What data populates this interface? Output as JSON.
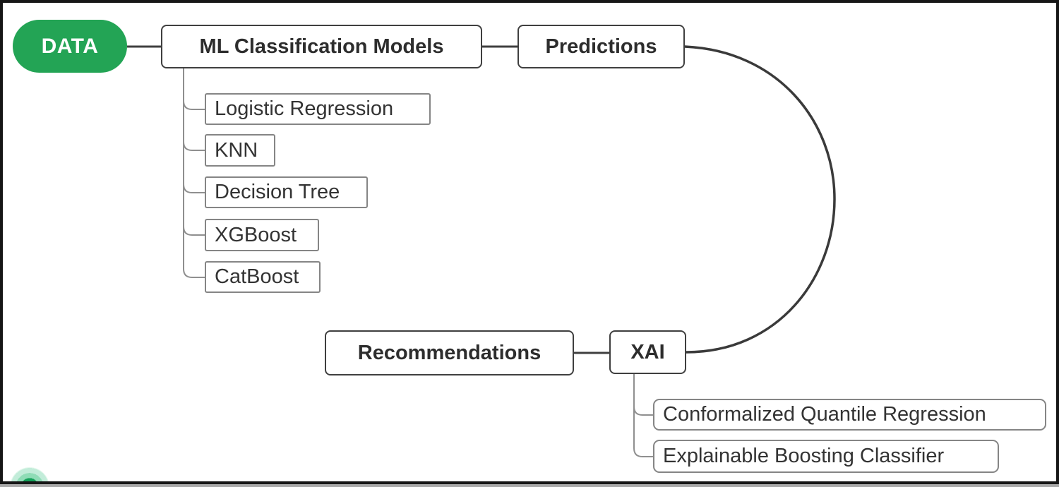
{
  "diagram": {
    "data_node": {
      "label": "DATA",
      "fill": "#23a455",
      "text_color": "#ffffff"
    },
    "ml_node": {
      "label": "ML Classification Models"
    },
    "predictions_node": {
      "label": "Predictions"
    },
    "recommendations_node": {
      "label": "Recommendations"
    },
    "xai_node": {
      "label": "XAI"
    },
    "ml_children": [
      {
        "label": "Logistic Regression"
      },
      {
        "label": "KNN"
      },
      {
        "label": "Decision Tree"
      },
      {
        "label": "XGBoost"
      },
      {
        "label": "CatBoost"
      }
    ],
    "xai_children": [
      {
        "label": "Conformalized Quantile Regression"
      },
      {
        "label": "Explainable Boosting Classifier"
      }
    ],
    "colors": {
      "root_fill": "#23a455",
      "root_text": "#ffffff",
      "node_border": "#3f3f3f",
      "leaf_border": "#858585",
      "connector": "#3f3f3f",
      "branch": "#8f8f8f",
      "frame": "#161616",
      "text": "#2d2d2d"
    }
  }
}
